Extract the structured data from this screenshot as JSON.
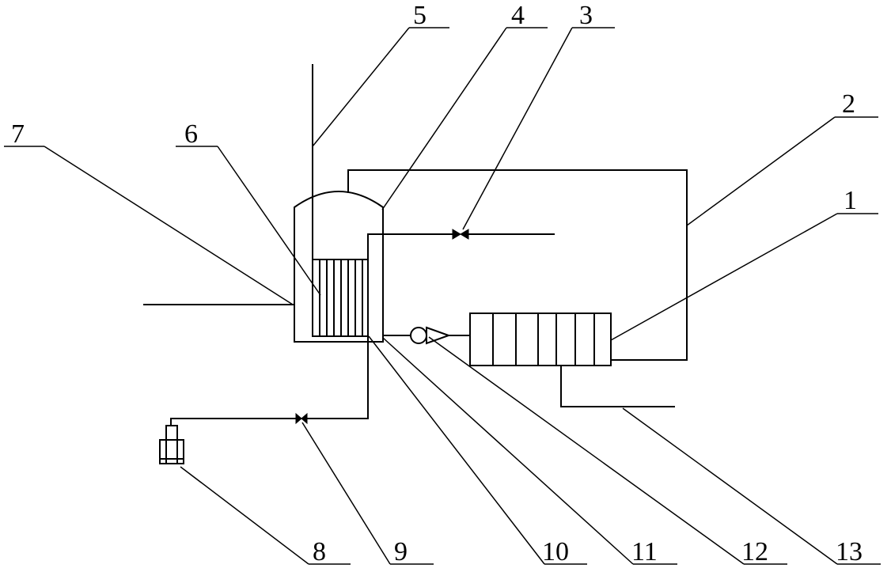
{
  "labels": [
    {
      "id": "1",
      "text": "1"
    },
    {
      "id": "2",
      "text": "2"
    },
    {
      "id": "3",
      "text": "3"
    },
    {
      "id": "4",
      "text": "4"
    },
    {
      "id": "5",
      "text": "5"
    },
    {
      "id": "6",
      "text": "6"
    },
    {
      "id": "7",
      "text": "7"
    },
    {
      "id": "8",
      "text": "8"
    },
    {
      "id": "9",
      "text": "9"
    },
    {
      "id": "10",
      "text": "10"
    },
    {
      "id": "11",
      "text": "11"
    },
    {
      "id": "12",
      "text": "12"
    },
    {
      "id": "13",
      "text": "13"
    }
  ],
  "colors": {
    "line": "#000000",
    "background": "#ffffff"
  }
}
